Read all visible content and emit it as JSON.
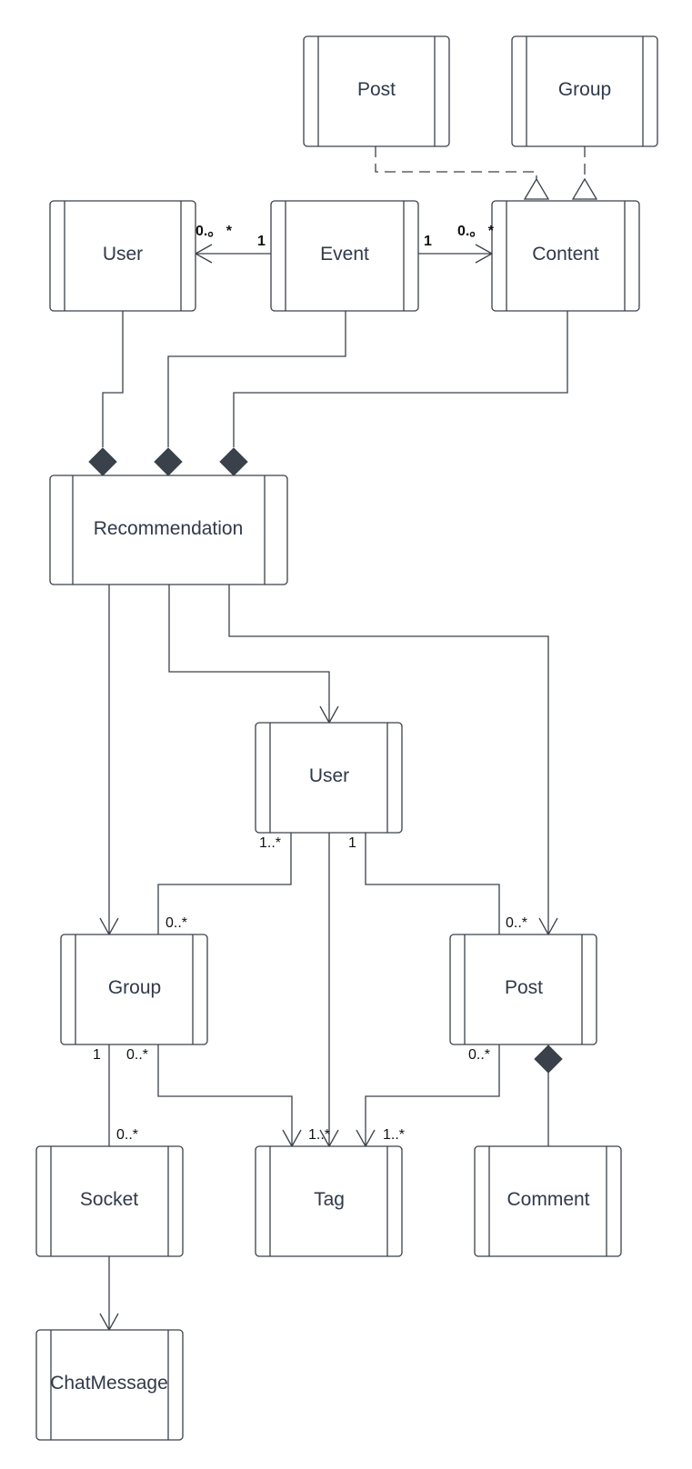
{
  "classes": {
    "post_top": "Post",
    "group_top": "Group",
    "user_top": "User",
    "event": "Event",
    "content": "Content",
    "recommendation": "Recommendation",
    "user_mid": "User",
    "group": "Group",
    "post": "Post",
    "socket": "Socket",
    "tag": "Tag",
    "comment": "Comment",
    "chatmessage": "ChatMessage"
  },
  "multiplicities": {
    "event_user_src": "1",
    "event_user_dst": "0.。 *",
    "event_content_src": "1",
    "event_content_dst": "0.。 *",
    "user_group_src": "1..*",
    "user_group_dst": "0..*",
    "user_post_src": "1",
    "user_post_dst": "0..*",
    "group_socket_src": "1",
    "group_socket_dst": "0..*",
    "group_tag_src": "0..*",
    "user_tag_dst": "1..*",
    "post_tag_src": "0..*",
    "post_tag_dst": "1..*"
  }
}
